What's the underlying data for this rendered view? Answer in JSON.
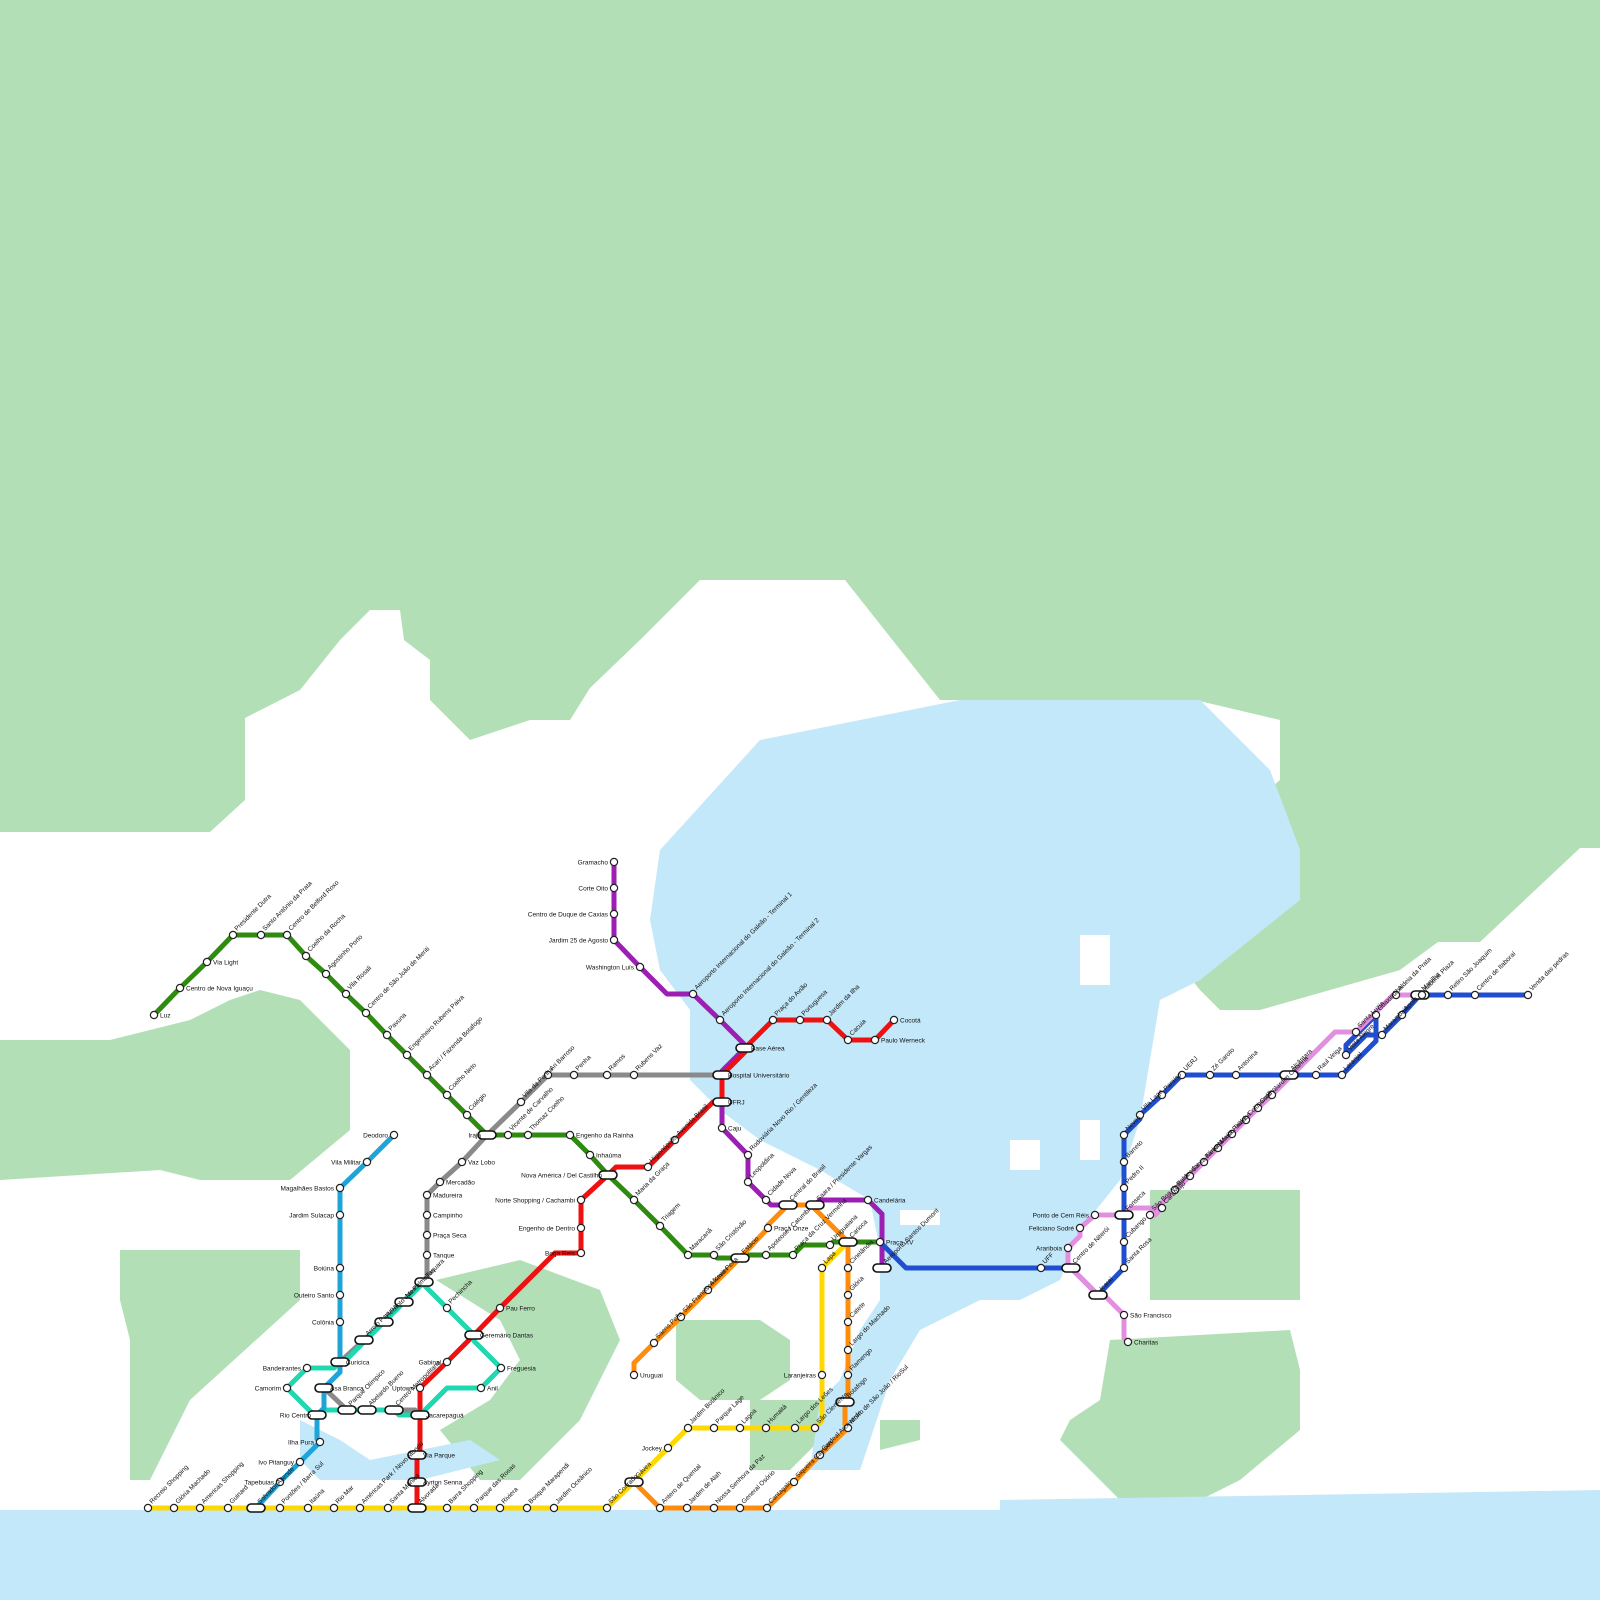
{
  "colors": {
    "land": "#b3dfb7",
    "water": "#c3e8fa",
    "background": "#ffffff",
    "green": "#2e8b10",
    "purple": "#9b1fb2",
    "red": "#ee1111",
    "gray": "#8a8a8a",
    "teal": "#1fd8b0",
    "cyan": "#1fa4d8",
    "yellow": "#ffd800",
    "orange": "#ff8c0a",
    "blue": "#1f4fd0",
    "pink": "#e28fe0"
  },
  "lines": [
    {
      "id": "green",
      "color_key": "green",
      "stations": [
        "Luz",
        "Centro de Nova Iguaçu",
        "Via Light",
        "Presidente Dutra",
        "Santo Antônio da Prata",
        "Centro de Belford Roxo",
        "Coelho da Rocha",
        "Agostinho Porto",
        "Vila Rosali",
        "Centro de São João de Meriti",
        "Pavuna",
        "Engenheiro Rubens Paiva",
        "Acari / Fazenda Botafogo",
        "Coelho Neto",
        "Colégio",
        "Irajá",
        "Vicente de Carvalho",
        "Thomaz Coelho",
        "Engenho da Rainha",
        "Engenho da Rainha",
        "Inhaúma",
        "Nova América / Del Castilho",
        "Maria da Graça",
        "Triagem",
        "Maracanã",
        "São Cristóvão",
        "Estácio",
        "Apoteose / Catumbi",
        "Praça da Cruz Vermelha",
        "Uruguaiana",
        "Carioca",
        "Praça XV"
      ]
    },
    {
      "id": "purple",
      "color_key": "purple",
      "stations": [
        "Gramacho",
        "Corte Oito",
        "Centro de Duque de Caxias",
        "Jardim 25 de Agosto",
        "Washington Luís",
        "Aeroporto Internacional do Galeão - Terminal 1",
        "Aeroporto Internacional do Galeão - Terminal 2",
        "Base Aérea",
        "Hospital Universitário",
        "UFRJ",
        "Caju",
        "Rodoviária Novo Rio / Gentileza",
        "Leopoldina",
        "Cidade Nova",
        "Central do Brasil",
        "Saara / Presidente Vargas",
        "Candelária",
        "Aeroporto Santos Dumont"
      ]
    },
    {
      "id": "red",
      "color_key": "red",
      "stations": [
        "Alvorada",
        "Ayrton Senna",
        "Via Parque",
        "Jacarepaguá",
        "Uptown",
        "Gabinal",
        "Geremário Dantas",
        "Pau Ferro",
        "Borja Reis",
        "Engenho de Dentro",
        "Norte Shopping / Cachambi",
        "Nova América / Del Castilho",
        "Higienópolis",
        "Avenida Brasil",
        "UFRJ",
        "Hospital Universitário",
        "Base Aérea",
        "Praça do Avião",
        "Portuguesa",
        "Jardim da Ilha",
        "Cacuia",
        "Paulo Werneck",
        "Cocotá"
      ]
    },
    {
      "id": "gray",
      "color_key": "gray",
      "stations": [
        "Jacarepaguá",
        "Centro Metropolitano",
        "Abelardo Bueno",
        "Parque Olímpico",
        "Asa Branca",
        "Curicica",
        "Arroio Pavuna",
        "Recanto das Palmeiras",
        "Merck",
        "Taquara",
        "Tanque",
        "Praça Seca",
        "Campinho",
        "Madureira",
        "Mercadão",
        "Vaz Lobo",
        "Irajá",
        "Vila da Penha",
        "Ari Barroso",
        "Penha",
        "Ramos",
        "Rubens Vaz",
        "Hospital Universitário"
      ]
    },
    {
      "id": "teal",
      "color_key": "teal",
      "stations": [
        "Curicica",
        "Bandeirantes",
        "Camorim",
        "Rio Centro",
        "Parque Olímpico",
        "Abelardo Bueno",
        "Centro Metropolitano",
        "Jacarepaguá",
        "Anil",
        "Freguesia",
        "Geremário Dantas",
        "Pechincha",
        "Taquara",
        "Curicica"
      ]
    },
    {
      "id": "cyan",
      "color_key": "cyan",
      "stations": [
        "Salvador Allende",
        "Tapebuias",
        "Ivo Pitanguy",
        "Ilha Pura",
        "Rio Centro",
        "Asa Branca",
        "Curicica",
        "Colônia",
        "Outeiro Santo",
        "Boiúna",
        "Jardim Sulacap",
        "Magalhães Bastos",
        "Vila Militar",
        "Deodoro"
      ]
    },
    {
      "id": "yellow",
      "color_key": "yellow",
      "stations": [
        "Recreio Shopping",
        "Glória Machado",
        "Americas Shopping",
        "Guinard",
        "Salvador Allende",
        "Pontões / Barra Sul",
        "Itaúna",
        "Rio Mar",
        "Américas Park / Novo Mundo",
        "Santa Mônica",
        "Alvorada",
        "Barra Shopping",
        "Parque das Rosas",
        "Riviera",
        "Bosque Marapendi",
        "Jardim Oceânico",
        "São Conrado",
        "Gávea",
        "Jockey",
        "Jardim Botânico",
        "Parque Lage",
        "Lagoa",
        "Humaitá",
        "Largo dos Leões",
        "São Clemente",
        "Laranjeiras",
        "Lapa",
        "Carioca"
      ]
    },
    {
      "id": "orange",
      "color_key": "orange",
      "stations": [
        "Gávea",
        "Antero de Quental",
        "Jardim de Alah",
        "Nossa Senhora da Paz",
        "General Osório",
        "Cantagalo",
        "Siqueira Campos",
        "Cardeal Arcoverde",
        "Morro de São João / RioSul",
        "Botafogo",
        "Flamengo",
        "Largo do Machado",
        "Catete",
        "Glória",
        "Cinelândia",
        "Carioca",
        "Central do Brasil",
        "Praça Onze",
        "Estácio",
        "Afonso Pena",
        "São Francisco Xavier",
        "Saens Peña",
        "Uruguai"
      ]
    },
    {
      "id": "blue",
      "color_key": "blue",
      "stations": [
        "Praça XV",
        "UFF",
        "Centro de Niterói",
        "Icaraí",
        "Santa Rosa",
        "Cubango",
        "Fonseca",
        "Pedro II",
        "Barreto",
        "Neves",
        "Vila Lage",
        "Paraíso",
        "UERJ",
        "Zé Garoto",
        "Antonina",
        "Alcântara",
        "Raul Veiga",
        "Laranjal",
        "Guaxindiba",
        "Vista Alegre",
        "Marambaia",
        "Apolo",
        "Manilha",
        "Itaboraí Plaza",
        "Centro de Itaboraí",
        "Retiro São Joaquim",
        "Venda das pedras"
      ]
    },
    {
      "id": "pink",
      "color_key": "pink",
      "stations": [
        "Charitas",
        "São Francisco",
        "Icaraí",
        "Arariboia",
        "Feliciano Sodré",
        "Ponto de Cem Réis",
        "Fonseca",
        "Caramujo",
        "São Boa Ventura",
        "Baldeador",
        "Santa Bárbara",
        "Novo México",
        "Maria Paula",
        "Tribobó",
        "Colubandê",
        "Coelho",
        "Jardim Catarina",
        "Santa Luzia",
        "Aldeia da Prata",
        "Manilha"
      ]
    }
  ]
}
